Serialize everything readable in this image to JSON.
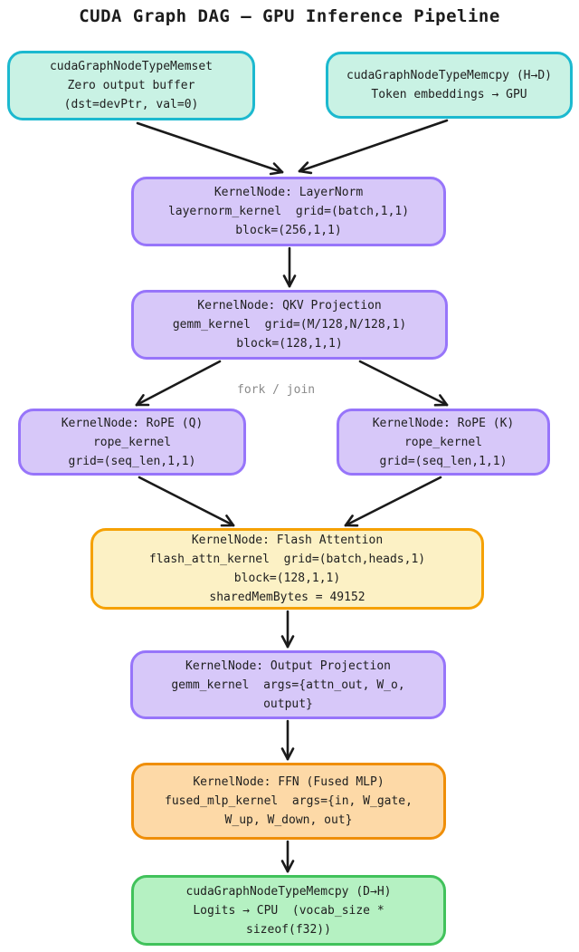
{
  "title": "CUDA Graph DAG — GPU Inference Pipeline",
  "labels": {
    "fork_join": "fork / join"
  },
  "colors": {
    "memcpy_node": {
      "fill": "#c9f2e4",
      "border": "#1cb9cf"
    },
    "kernel_node": {
      "fill": "#d7c8f9",
      "border": "#9775fa"
    },
    "flash_node": {
      "fill": "#fcf1c5",
      "border": "#f5a105"
    },
    "ffn_node": {
      "fill": "#fdd9a7",
      "border": "#ef8e08"
    },
    "d2h_node": {
      "fill": "#b5f1c2",
      "border": "#41c25b"
    },
    "arrow": "#1a1a1a",
    "edge_label_text": "#8a8a8a",
    "title_text": "#1c1c1c"
  },
  "nodes": {
    "memset": {
      "lines": [
        "cudaGraphNodeTypeMemset",
        "Zero output buffer",
        "(dst=devPtr, val=0)"
      ]
    },
    "memcpy_h2d": {
      "lines": [
        "cudaGraphNodeTypeMemcpy (H→D)",
        "Token embeddings → GPU"
      ]
    },
    "layernorm": {
      "lines": [
        "KernelNode: LayerNorm",
        "layernorm_kernel  grid=(batch,1,1)",
        "block=(256,1,1)"
      ]
    },
    "qkv": {
      "lines": [
        "KernelNode: QKV Projection",
        "gemm_kernel  grid=(M/128,N/128,1)",
        "block=(128,1,1)"
      ]
    },
    "rope_q": {
      "lines": [
        "KernelNode: RoPE (Q)",
        "rope_kernel",
        "grid=(seq_len,1,1)"
      ]
    },
    "rope_k": {
      "lines": [
        "KernelNode: RoPE (K)",
        "rope_kernel",
        "grid=(seq_len,1,1)"
      ]
    },
    "flash": {
      "lines": [
        "KernelNode: Flash Attention",
        "flash_attn_kernel  grid=(batch,heads,1)",
        "block=(128,1,1)",
        "sharedMemBytes = 49152"
      ]
    },
    "outproj": {
      "lines": [
        "KernelNode: Output Projection",
        "gemm_kernel  args={attn_out, W_o,",
        "output}"
      ]
    },
    "ffn": {
      "lines": [
        "KernelNode: FFN (Fused MLP)",
        "fused_mlp_kernel  args={in, W_gate,",
        "W_up, W_down, out}"
      ]
    },
    "memcpy_d2h": {
      "lines": [
        "cudaGraphNodeTypeMemcpy (D→H)",
        "Logits → CPU  (vocab_size *",
        "sizeof(f32))"
      ]
    }
  }
}
